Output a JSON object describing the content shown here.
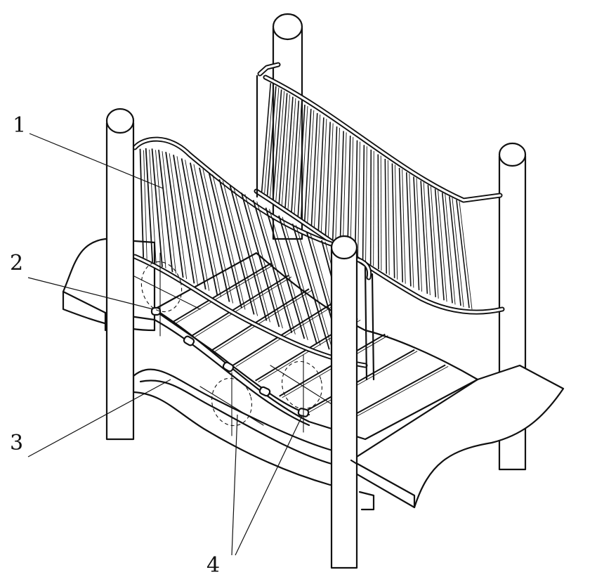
{
  "figure": {
    "labels": [
      {
        "id": "label-1",
        "text": "1"
      },
      {
        "id": "label-2",
        "text": "2"
      },
      {
        "id": "label-3",
        "text": "3"
      },
      {
        "id": "label-4",
        "text": "4"
      }
    ]
  }
}
